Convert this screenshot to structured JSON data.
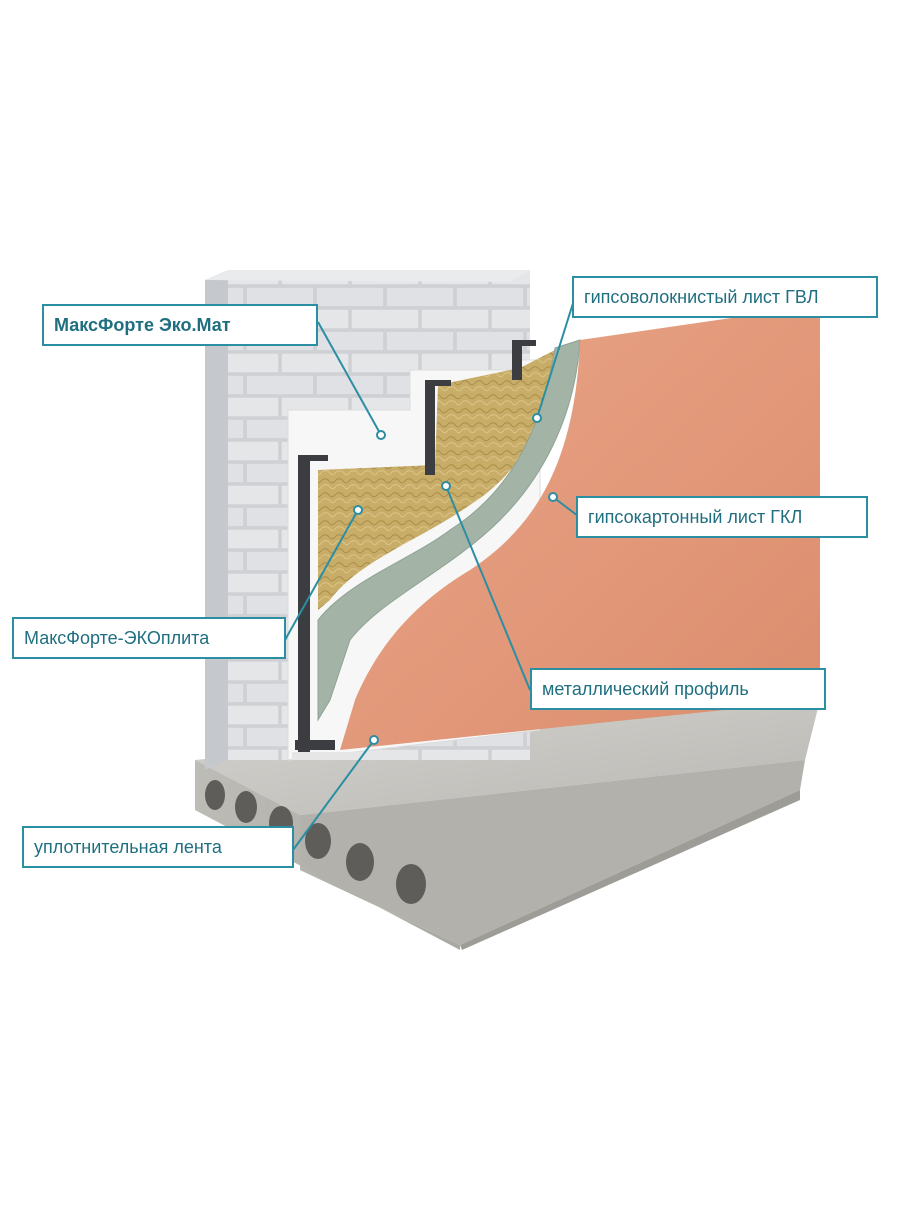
{
  "diagram": {
    "labels": {
      "ecomat": "МаксФорте Эко.Мат",
      "gvl": "гипсоволокнистый лист ГВЛ",
      "gkl": "гипсокартонный лист ГКЛ",
      "ecoplita": "МаксФорте-ЭКОплита",
      "profile": "металлический профиль",
      "tape": "уплотнительная лента"
    },
    "colors": {
      "callout_border": "#2b8ea3",
      "callout_text": "#1f6f80",
      "leader_line": "#2b8ea3",
      "block_wall": "#d7d9dc",
      "insulation": "#c9ae6a",
      "gypsum_fiber": "#a3b4a6",
      "gypsum_board": "#e39a7b",
      "concrete_slab": "#c7c6c2",
      "metal_profile": "#3b3d40"
    }
  }
}
